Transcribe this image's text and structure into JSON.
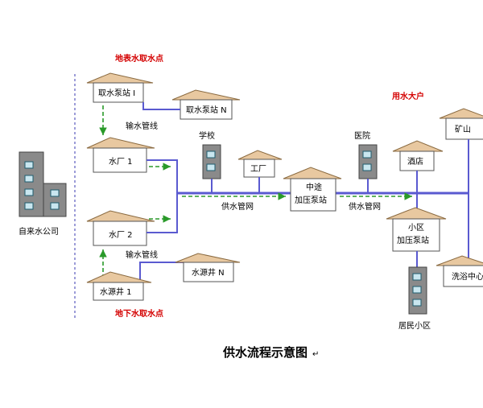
{
  "labels": {
    "surface_intake": "地表水取水点",
    "underground_intake": "地下水取水点",
    "big_users": "用水大户",
    "company": "自来水公司",
    "pump1": "取水泵站 I",
    "pumpN": "取水泵站 N",
    "pipe_top": "输水管线",
    "plant1": "水厂 1",
    "plant2": "水厂 2",
    "pipe_bottom": "输水管线",
    "wellN": "水源井 N",
    "well1": "水源井 1",
    "school": "学校",
    "factory": "工厂",
    "relay_line1": "中途",
    "relay_line2": "加压泵站",
    "net1": "供水管网",
    "net2": "供水管网",
    "hospital": "医院",
    "hotel": "酒店",
    "mine": "矿山",
    "district_line1": "小区",
    "district_line2": "加压泵站",
    "bath": "洗浴中心",
    "residential": "居民小区",
    "title": "供水流程示意图",
    "title_mark": "↵"
  },
  "colors": {
    "pipe": "#5a5ad0",
    "flow_arrow": "#2a9a2a",
    "heading_red": "#d40000",
    "roof": "#e8c8a0",
    "building": "#8a8a8a"
  }
}
